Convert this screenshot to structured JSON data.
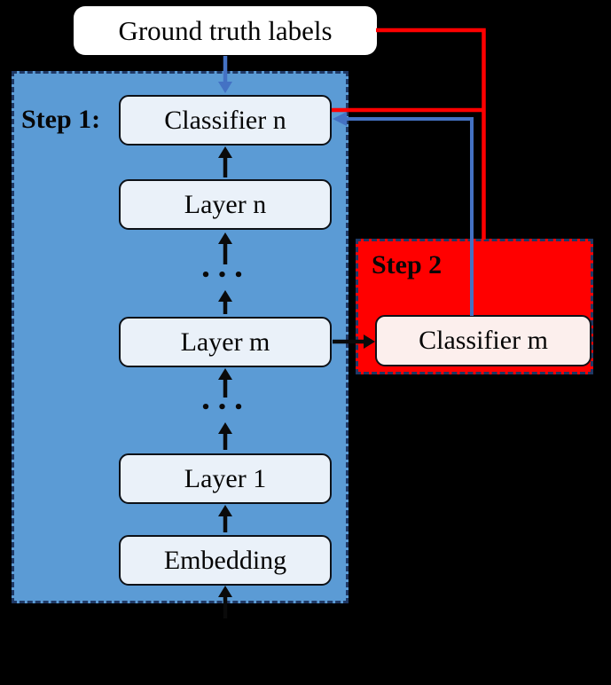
{
  "ground_truth": {
    "label": "Ground truth labels"
  },
  "step1": {
    "label": "Step 1:",
    "nodes": [
      {
        "label": "Classifier n"
      },
      {
        "label": "Layer n"
      },
      {
        "label": "Layer m"
      },
      {
        "label": "Layer 1"
      },
      {
        "label": "Embedding"
      }
    ],
    "ellipsis": "•••"
  },
  "step2": {
    "label": "Step 2",
    "node": {
      "label": "Classifier m"
    }
  },
  "colors": {
    "background": "#000000",
    "step1_panel_fill": "#5B9BD5",
    "step2_panel_fill": "#FF0000",
    "node_fill": "#EAF1F9",
    "classifier_m_fill": "#FCEFED",
    "ground_truth_fill": "#FFFFFF",
    "dashed_border": "#1F3864",
    "red_connector": "#FF0000",
    "blue_connector": "#4472C4",
    "black_connector": "#0A0A0A"
  }
}
